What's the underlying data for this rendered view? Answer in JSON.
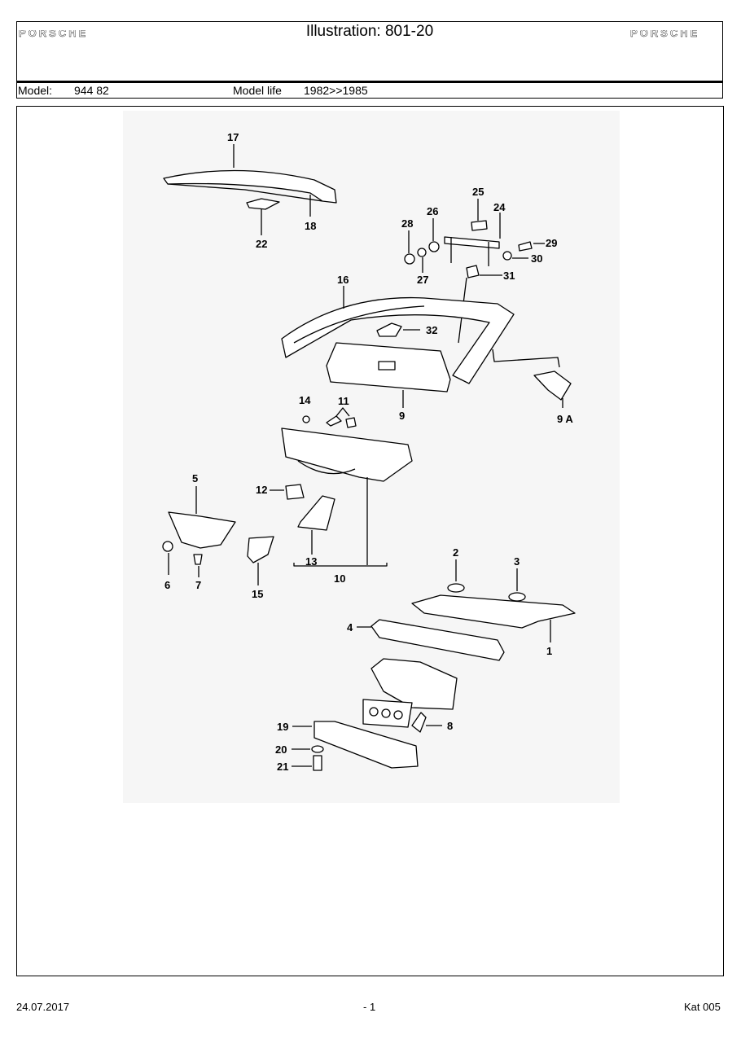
{
  "header": {
    "brand_logo": "PORSCHE",
    "title": "Illustration: 801-20",
    "model_label": "Model:",
    "model_value": "944 82",
    "model_life_label": "Model life",
    "model_life_value": "1982>>1985"
  },
  "diagram": {
    "callouts": [
      "17",
      "18",
      "22",
      "25",
      "24",
      "26",
      "28",
      "29",
      "30",
      "27",
      "31",
      "16",
      "32",
      "9",
      "9 A",
      "14",
      "11",
      "5",
      "12",
      "13",
      "10",
      "6",
      "7",
      "15",
      "2",
      "3",
      "4",
      "1",
      "8",
      "19",
      "20",
      "21"
    ]
  },
  "footer": {
    "date": "24.07.2017",
    "page": "- 1",
    "catalog": "Kat 005"
  }
}
